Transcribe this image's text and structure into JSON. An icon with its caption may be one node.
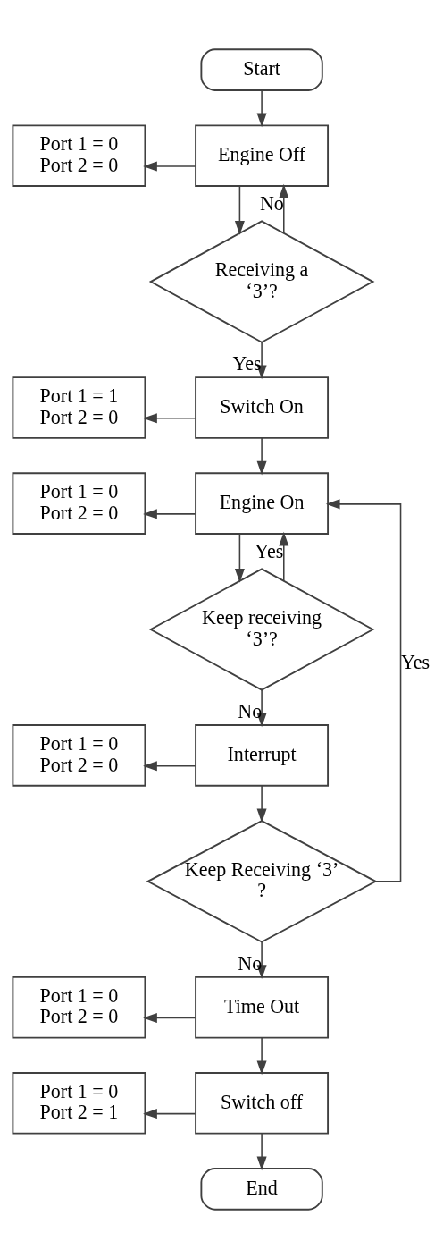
{
  "diagram": {
    "nodes": [
      {
        "text": [
          "Start"
        ]
      },
      {
        "text": [
          "Port 1 = 0",
          "Port 2 = 0"
        ]
      },
      {
        "text": [
          "Engine Off"
        ]
      },
      {
        "text": [
          "Receiving a ‘3’?"
        ]
      },
      {
        "text": [
          "Port 1 = 1",
          "Port 2 = 0"
        ]
      },
      {
        "text": [
          "Switch On"
        ]
      },
      {
        "text": [
          "Port 1 = 0",
          "Port 2 = 0"
        ]
      },
      {
        "text": [
          "Engine On"
        ]
      },
      {
        "text": [
          "Keep receiving ‘3’?"
        ]
      },
      {
        "text": [
          "Port 1 = 0",
          "Port 2 = 0"
        ]
      },
      {
        "text": [
          "Interrupt"
        ]
      },
      {
        "text": [
          "Keep Receiving ‘3’ ?"
        ]
      },
      {
        "text": [
          "Port 1 = 0",
          "Port 2 = 0"
        ]
      },
      {
        "text": [
          "Time Out"
        ]
      },
      {
        "text": [
          "Port 1 = 0",
          "Port 2 = 1"
        ]
      },
      {
        "text": [
          "Switch off"
        ]
      },
      {
        "text": [
          "End"
        ]
      }
    ],
    "edges": [
      {
        "from": 0,
        "to": 2,
        "arrow": "to"
      },
      {
        "from": 2,
        "to": 1,
        "arrow": "to"
      },
      {
        "from": 2,
        "to": 3,
        "arrow": "to"
      },
      {
        "from": 3,
        "to": 2,
        "arrow": "to",
        "label": "No"
      },
      {
        "from": 3,
        "to": 5,
        "arrow": "to",
        "label": "Yes"
      },
      {
        "from": 5,
        "to": 4,
        "arrow": "to"
      },
      {
        "from": 5,
        "to": 7,
        "arrow": "to"
      },
      {
        "from": 7,
        "to": 6,
        "arrow": "to"
      },
      {
        "from": 7,
        "to": 8,
        "arrow": "to"
      },
      {
        "from": 8,
        "to": 7,
        "arrow": "to",
        "label": "Yes"
      },
      {
        "from": 8,
        "to": 10,
        "arrow": "to",
        "label": "No"
      },
      {
        "from": 10,
        "to": 9,
        "arrow": "to"
      },
      {
        "from": 10,
        "to": 11,
        "arrow": "to"
      },
      {
        "from": 11,
        "to": 7,
        "arrow": "to",
        "label": "Yes"
      },
      {
        "from": 11,
        "to": 13,
        "arrow": "to",
        "label": "No"
      },
      {
        "from": 13,
        "to": 12,
        "arrow": "to"
      },
      {
        "from": 13,
        "to": 15,
        "arrow": "to"
      },
      {
        "from": 15,
        "to": 14,
        "arrow": "to"
      },
      {
        "from": 15,
        "to": 16,
        "arrow": "to"
      }
    ]
  }
}
